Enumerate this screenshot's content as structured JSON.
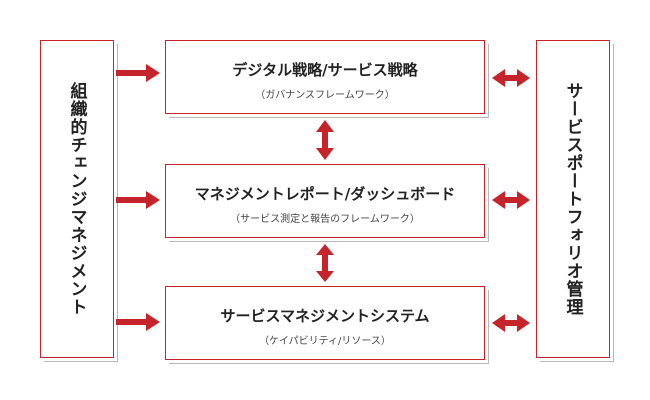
{
  "left": {
    "label": "組織的チェンジマネジメント"
  },
  "right": {
    "label": "サービスポートフォリオ管理"
  },
  "center": [
    {
      "title": "デジタル戦略/サービス戦略",
      "subtitle": "（ガバナンスフレームワーク）"
    },
    {
      "title": "マネジメントレポート/ダッシュボード",
      "subtitle": "（サービス測定と報告のフレームワーク）"
    },
    {
      "title": "サービスマネジメントシステム",
      "subtitle": "（ケイパビリティ/リソース）"
    }
  ],
  "colors": {
    "accent": "#c6242b",
    "shadow": "#b8b8b8",
    "text": "#222222"
  }
}
